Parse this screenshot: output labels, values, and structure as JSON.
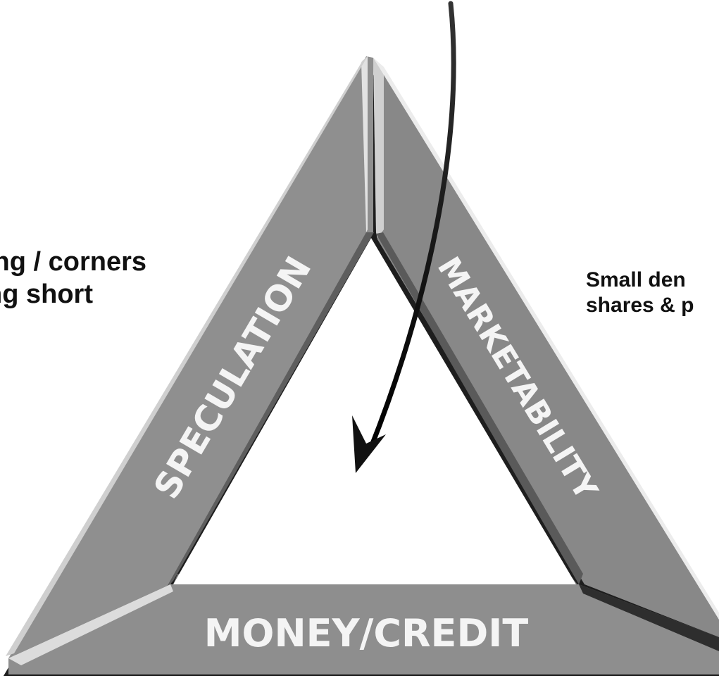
{
  "diagram": {
    "sides": {
      "left": "SPECULATION",
      "right": "MARKETABILITY",
      "bottom": "MONEY/CREDIT"
    },
    "notes": {
      "left": [
        "ing / corners",
        "ng short"
      ],
      "right": [
        "Small den",
        "shares & p"
      ]
    }
  },
  "colors": {
    "band": "#8c8c8c",
    "band_dark": "#5a5a5a",
    "bevel_light": "#d8d8d8",
    "edge_dark": "#222222",
    "arrow": "#111111",
    "label": "#f4f4f4"
  }
}
